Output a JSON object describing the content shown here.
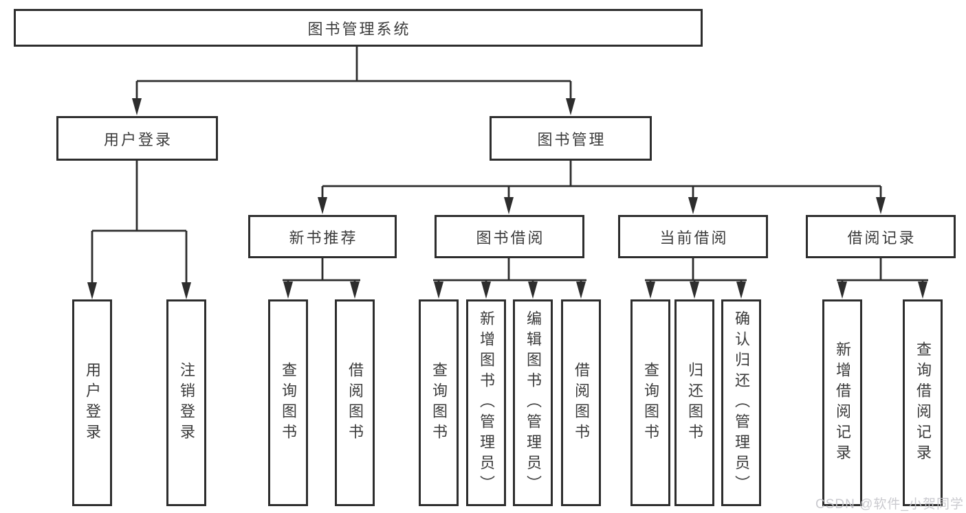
{
  "diagram": {
    "title_note": "functional structure tree",
    "root": {
      "label": "图书管理系统"
    },
    "level2": [
      {
        "label": "用户登录"
      },
      {
        "label": "图书管理"
      }
    ],
    "level3": [
      {
        "label": "新书推荐"
      },
      {
        "label": "图书借阅"
      },
      {
        "label": "当前借阅"
      },
      {
        "label": "借阅记录"
      }
    ],
    "leaves": {
      "user": [
        "用户登录",
        "注销登录"
      ],
      "recommend": [
        "查询图书",
        "借阅图书"
      ],
      "borrow": [
        "查询图书",
        "新增图书（管理员）",
        "编辑图书（管理员）",
        "借阅图书"
      ],
      "current": [
        "查询图书",
        "归还图书",
        "确认归还（管理员）"
      ],
      "records": [
        "新增借阅记录",
        "查询借阅记录"
      ]
    }
  },
  "watermark": {
    "text": "CSDN @软件_小贺同学",
    "color": "#c6c6cb"
  },
  "colors": {
    "line": "#2d2d2d",
    "box_border": "#2d2d2d",
    "text": "#3b3b3b",
    "background": "#ffffff"
  }
}
